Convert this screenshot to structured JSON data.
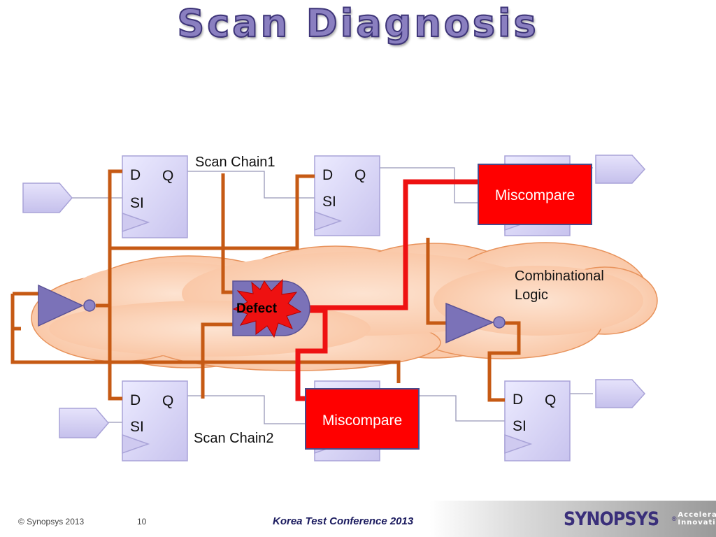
{
  "title": "Scan Diagnosis",
  "labels": {
    "scan_chain1": "Scan Chain1",
    "scan_chain2": "Scan Chain2",
    "combinational_logic_line1": "Combinational",
    "combinational_logic_line2": "Logic",
    "defect": "Defect",
    "miscompare": "Miscompare"
  },
  "flip_flop_pins": {
    "d": "D",
    "q": "Q",
    "si": "SI"
  },
  "colors": {
    "wire": "#c65a14",
    "fault_path": "#ee1111",
    "cloud": "#fcd2b4",
    "gate": "#7b72b8",
    "flop": "#d7d3f5",
    "miscompare": "#ff0000",
    "title": "#8a7fc0"
  },
  "footer": {
    "copyright": "© Synopsys 2013",
    "page_number": "10",
    "conference": "Korea Test Conference 2013",
    "logo": "SYNOPSYS",
    "logo_reg": "®",
    "tagline": "Accelerating\nInnovation"
  }
}
